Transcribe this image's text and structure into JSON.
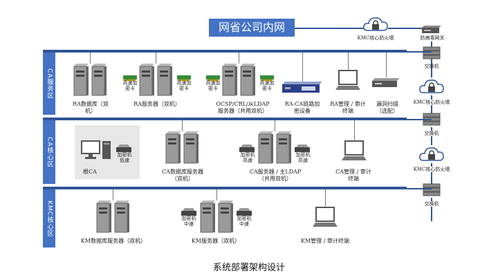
{
  "title_box": "网省公司内网",
  "caption": "系统部署架构设计",
  "zones": {
    "ca_service": "CA服务区",
    "ca_core": "CA核心区",
    "kmc_core": "KMC核心区"
  },
  "right_column": {
    "kmc_firewall_top": "KMC核心防火墙",
    "antivirus_gateway": "防病毒网关",
    "switch_1": "交换机",
    "kmc_firewall_1": "KMC核心防火墙",
    "switch_2": "交换机",
    "kmc_firewall_2": "KMC核心防火墙",
    "switch_3": "交换机"
  },
  "ca_service_zone": {
    "ra_db": "RA数据库（双\n机）",
    "ra_server": "RA服务器（双机）",
    "crypto_card_1": "高速加\n密卡",
    "crypto_card_2": "高速加\n密卡",
    "crypto_card_3": "高速加\n密卡",
    "crypto_card_4": "高速加\n密卡",
    "ocsp": "OCSP/CRL/从LDAP\n服务器（共用双机）",
    "link_crypto": "RA-CA链路加\n密设备",
    "ra_mgmt": "RA管理 / 审计\n终端",
    "vuln_scan": "漏洞扫描\n（选配）"
  },
  "ca_core_zone": {
    "root_ca": "根CA",
    "crypto_low": "加密机\n低速",
    "ca_db": "CA数据库服务器\n（双机）",
    "crypto_high_1": "加密机\n高速",
    "crypto_high_2": "加密机\n高速",
    "ca_server": "CA服务器 / 主LDAP\n（共用双机）",
    "ca_mgmt": "CA管理 / 审计\n终端"
  },
  "kmc_zone": {
    "km_db": "KM数据库服务器（双机）",
    "crypto_mid_1": "加密机\n中速",
    "crypto_mid_2": "加密机\n中速",
    "km_server": "KM服务器（双机）",
    "km_mgmt": "KM管理 / 审计终端"
  }
}
